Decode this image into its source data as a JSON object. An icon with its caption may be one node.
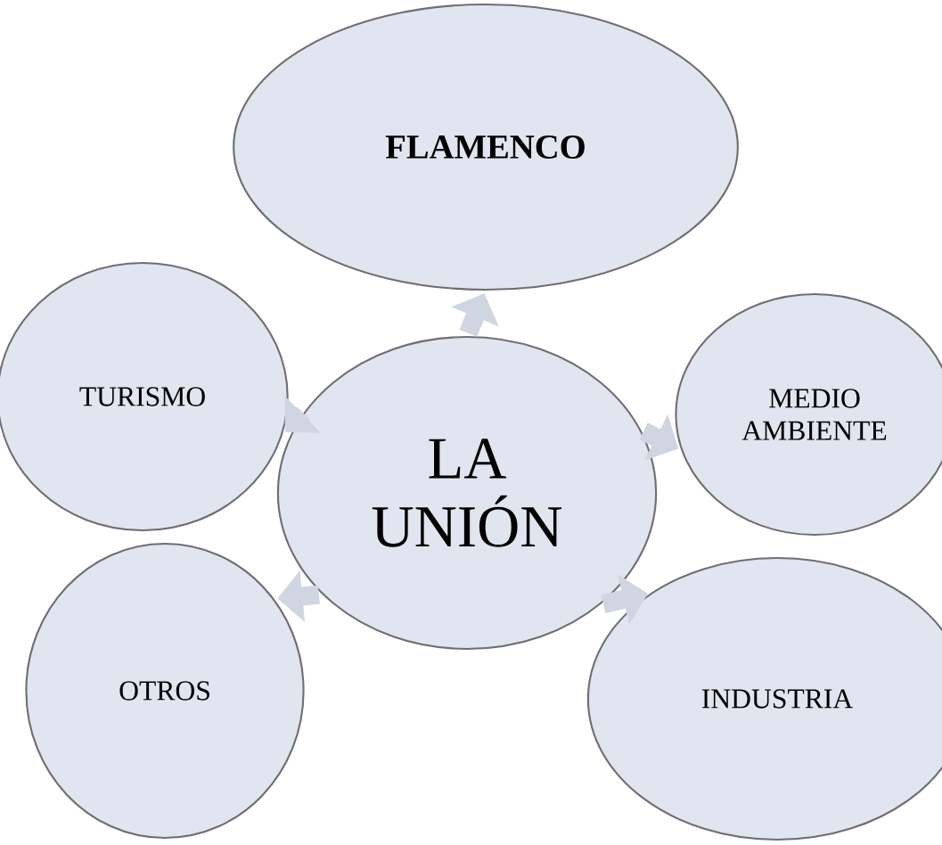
{
  "diagram": {
    "nodes": [
      {
        "text": [
          "LA UNIÓN"
        ]
      },
      {
        "text": [
          "**FLAMENCO**"
        ]
      },
      {
        "text": [
          "TURISMO"
        ]
      },
      {
        "text": [
          "MEDIO AMBIENTE"
        ]
      },
      {
        "text": [
          "OTROS"
        ]
      },
      {
        "text": [
          "INDUSTRIA"
        ]
      }
    ],
    "edges": [
      {
        "from": 0,
        "to": 1,
        "arrow": "to"
      },
      {
        "from": 0,
        "to": 2,
        "arrow": "to"
      },
      {
        "from": 0,
        "to": 3,
        "arrow": "to"
      },
      {
        "from": 0,
        "to": 4,
        "arrow": "to"
      },
      {
        "from": 0,
        "to": 5,
        "arrow": "to"
      }
    ]
  }
}
